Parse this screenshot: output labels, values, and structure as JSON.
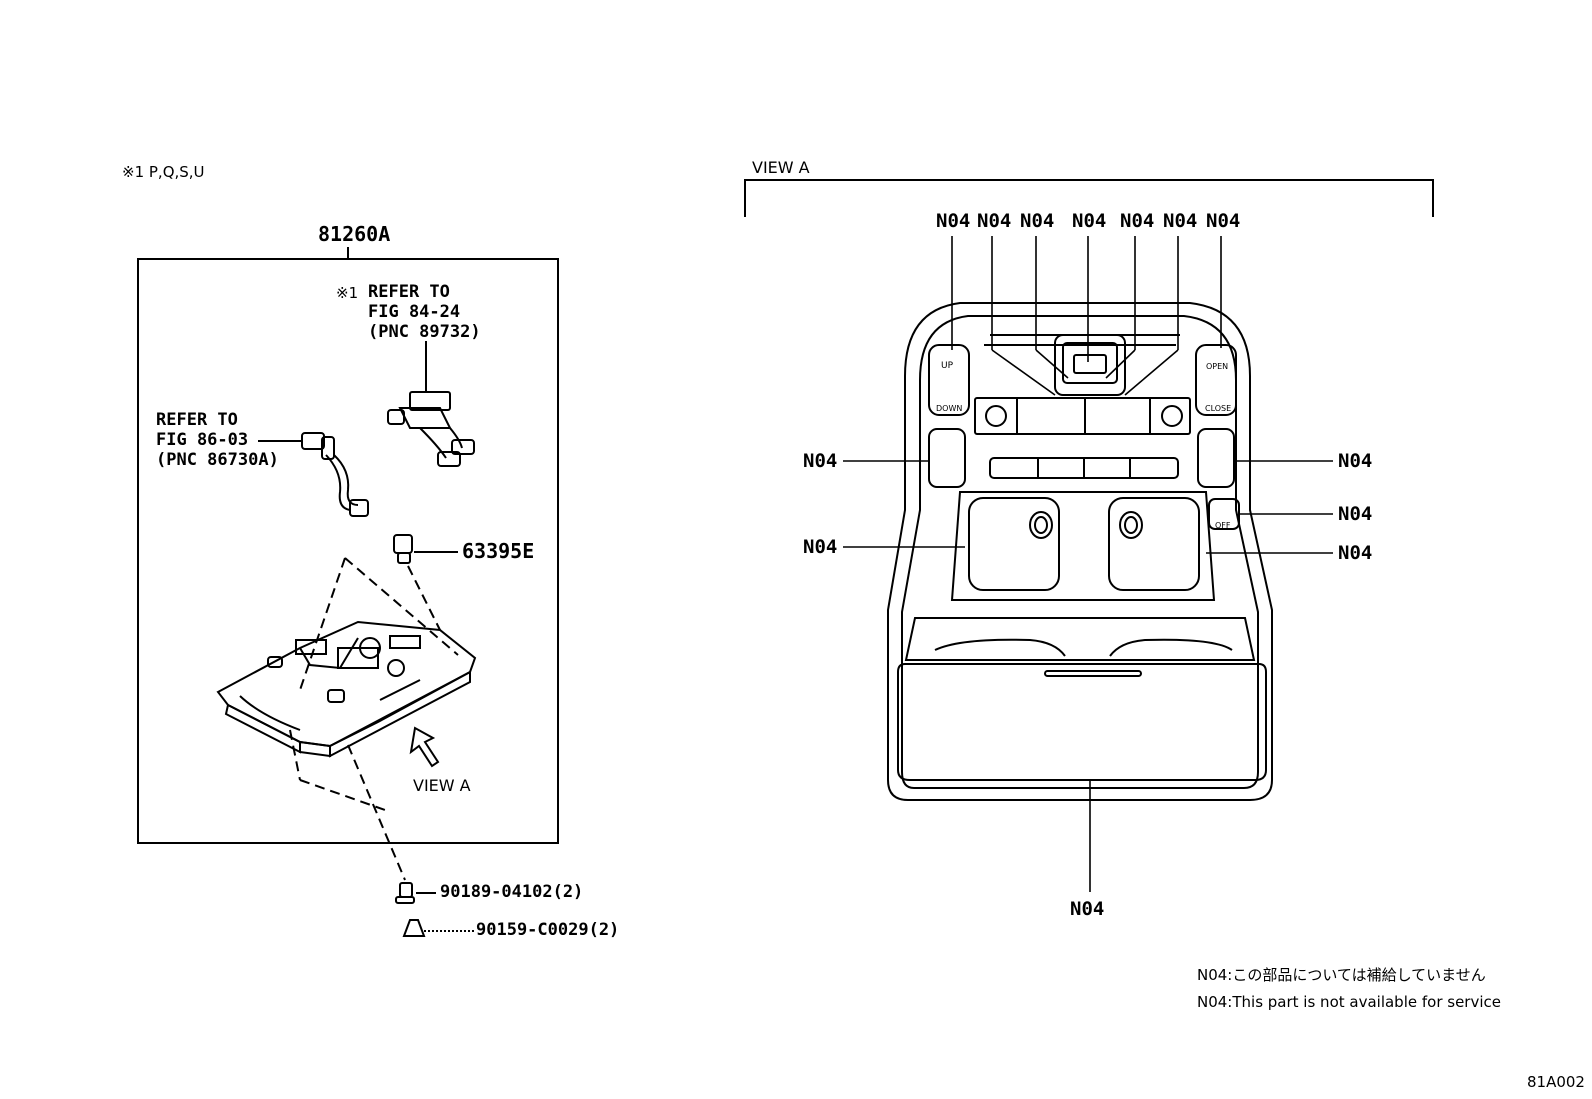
{
  "note_variant": "※1 P,Q,S,U",
  "left": {
    "assembly_pn": "81260A",
    "ref1": {
      "mark": "※1",
      "line1": "REFER TO",
      "line2": "FIG 84-24",
      "line3": "(PNC 89732)"
    },
    "ref2": {
      "line1": "REFER TO",
      "line2": "FIG 86-03",
      "line3": "(PNC 86730A)"
    },
    "clip_pn": "63395E",
    "view_a_label": "VIEW A",
    "screw_pn": "90189-04102(2)",
    "bolt_pn": "90159-C0029(2)"
  },
  "right": {
    "view_title": "VIEW A",
    "callout": "N04",
    "switch_up": "UP",
    "switch_down": "DOWN",
    "switch_open": "OPEN",
    "switch_close": "CLOSE",
    "switch_off": "OFF"
  },
  "footnote": {
    "jp": "N04:この部品については補給していません",
    "en": "N04:This part is not available for service"
  },
  "figure_id": "81A002"
}
